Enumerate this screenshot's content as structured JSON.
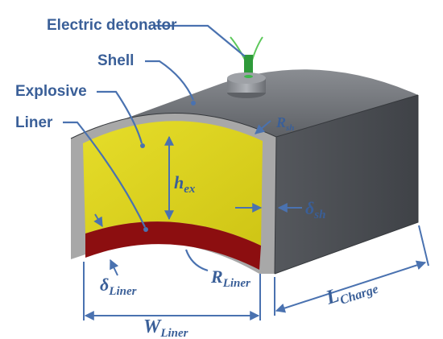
{
  "labels": {
    "electric_detonator": "Electric detonator",
    "shell": "Shell",
    "explosive": "Explosive",
    "liner": "Liner"
  },
  "symbols": {
    "r_sh": {
      "main": "R",
      "sub": "sh"
    },
    "h_ex": {
      "main": "h",
      "sub": "ex"
    },
    "delta_sh": {
      "main": "δ",
      "sub": "sh"
    },
    "delta_liner": {
      "main": "δ",
      "sub": "Liner"
    },
    "r_liner": {
      "main": "R",
      "sub": "Liner"
    },
    "w_liner": {
      "main": "W",
      "sub": "Liner"
    },
    "l_charge": {
      "main": "L",
      "sub": "Charge"
    }
  },
  "colors": {
    "explosive": "#d9d21a",
    "liner": "#8c0e10",
    "shell_front": "#a8a8a8",
    "shell_side": "#4a4d52",
    "shell_top": "#6d7075",
    "annotation": "#3a5f98",
    "wire": "#5cc85a"
  }
}
